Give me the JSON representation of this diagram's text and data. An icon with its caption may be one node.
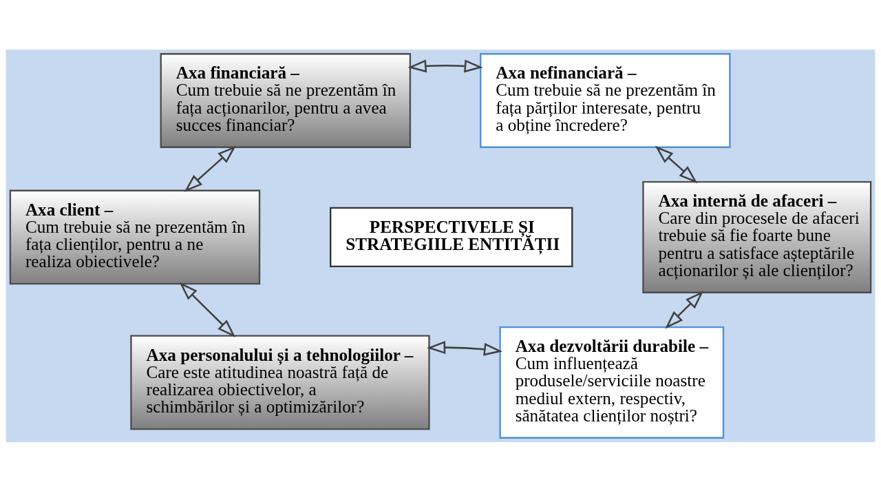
{
  "diagram": {
    "nodes": [
      {
        "text": [
          "Axa financiară –",
          "Cum trebuie să ne prezentăm în fața acționarilor, pentru a avea succes financiar?"
        ]
      },
      {
        "text": [
          "Axa nefinanciară –",
          "Cum trebuie să ne prezentăm în fața părților interesate, pentru a obține încredere?"
        ]
      },
      {
        "text": [
          "Axa client –",
          "Cum trebuie să ne prezentăm în fața clienților, pentru a ne realiza obiectivele?"
        ]
      },
      {
        "text": [
          "PERSPECTIVELE ȘI STRATEGIILE ENTITĂȚII"
        ]
      },
      {
        "text": [
          "Axa internă de afaceri –",
          "Care din procesele de afaceri trebuie să fie foarte bune pentru a satisface așteptările acționarilor și ale clienților?"
        ]
      },
      {
        "text": [
          "Axa personalului și a tehnologiilor –",
          "Care este atitudinea noastră față de realizarea obiectivelor, a schimbărilor și a optimizărilor?"
        ]
      },
      {
        "text": [
          "Axa dezvoltării durabile –",
          "Cum influențează produsele/serviciile noastre mediul extern, respectiv, sănătatea clienților noștri?"
        ]
      }
    ],
    "edges": [
      {
        "from": 0,
        "to": 1,
        "arrow": "both"
      },
      {
        "from": 0,
        "to": 2,
        "arrow": "both"
      },
      {
        "from": 1,
        "to": 4,
        "arrow": "both"
      },
      {
        "from": 2,
        "to": 5,
        "arrow": "both"
      },
      {
        "from": 4,
        "to": 6,
        "arrow": "both"
      },
      {
        "from": 5,
        "to": 6,
        "arrow": "both"
      }
    ]
  }
}
